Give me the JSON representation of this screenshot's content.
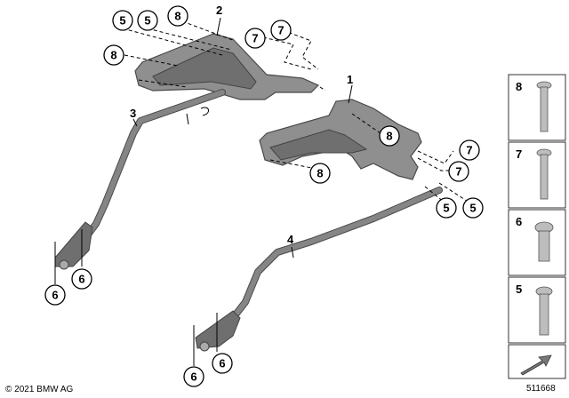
{
  "parts": {
    "p1": "1",
    "p2": "2",
    "p3": "3",
    "p4": "4"
  },
  "callouts": {
    "c5": "5",
    "c6": "6",
    "c7": "7",
    "c8": "8"
  },
  "fasteners_panel": {
    "items": [
      "8",
      "7",
      "6",
      "5"
    ]
  },
  "footer": {
    "copyright": "© 2021 BMW AG",
    "diagram_id": "511668"
  },
  "colors": {
    "part_gray": "#8f8f8f",
    "outline": "#000000"
  }
}
